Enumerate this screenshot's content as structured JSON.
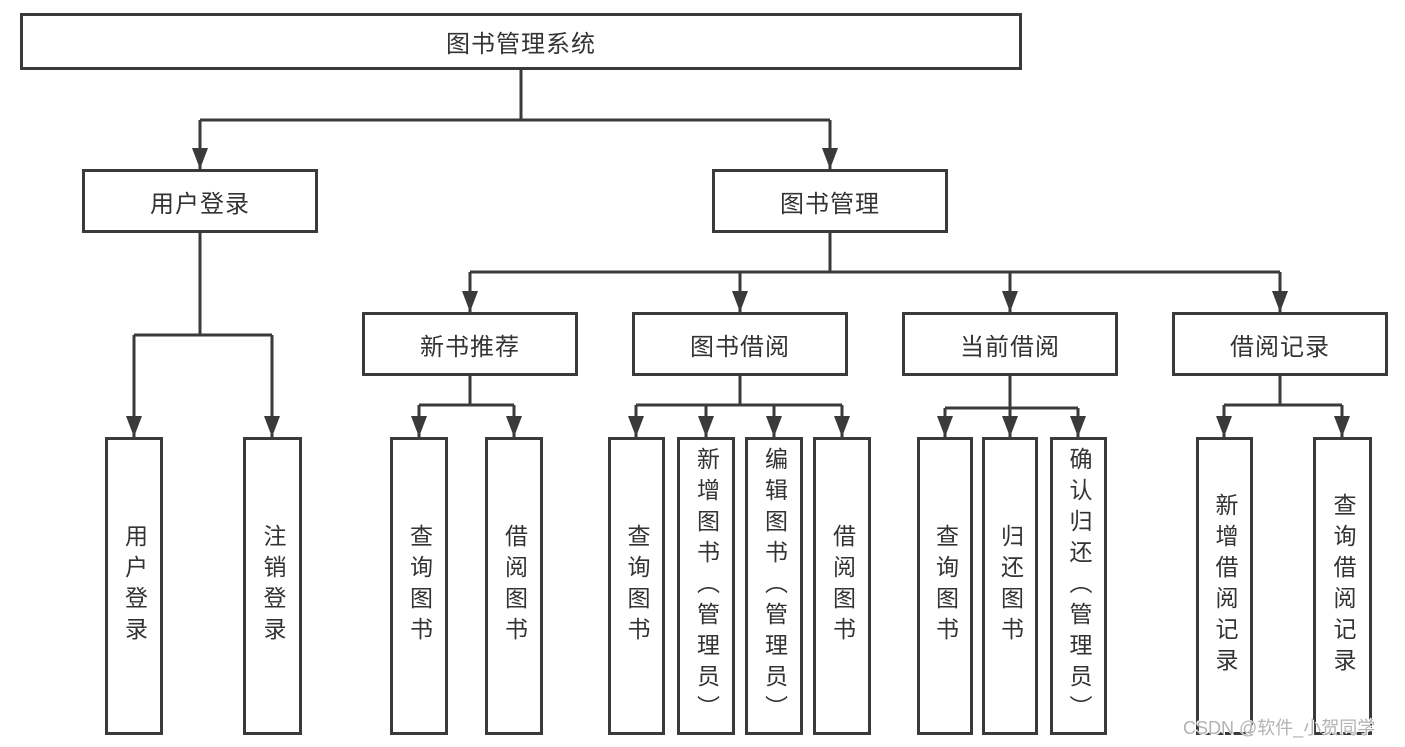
{
  "tree": {
    "label": "图书管理系统",
    "children": [
      {
        "label": "用户登录",
        "children": [
          {
            "label": "用户登录"
          },
          {
            "label": "注销登录"
          }
        ]
      },
      {
        "label": "图书管理",
        "children": [
          {
            "label": "新书推荐",
            "children": [
              {
                "label": "查询图书"
              },
              {
                "label": "借阅图书"
              }
            ]
          },
          {
            "label": "图书借阅",
            "children": [
              {
                "label": "查询图书"
              },
              {
                "label": "新增图书（管理员）"
              },
              {
                "label": "编辑图书（管理员）"
              },
              {
                "label": "借阅图书"
              }
            ]
          },
          {
            "label": "当前借阅",
            "children": [
              {
                "label": "查询图书"
              },
              {
                "label": "归还图书"
              },
              {
                "label": "确认归还（管理员）"
              }
            ]
          },
          {
            "label": "借阅记录",
            "children": [
              {
                "label": "新增借阅记录"
              },
              {
                "label": "查询借阅记录"
              }
            ]
          }
        ]
      }
    ]
  },
  "watermark": {
    "text": "CSDN @软件_小贺同学"
  },
  "colors": {
    "line": "#3a3a3a",
    "text": "#333333",
    "bg": "#ffffff",
    "watermark": "#b3b3b3"
  }
}
